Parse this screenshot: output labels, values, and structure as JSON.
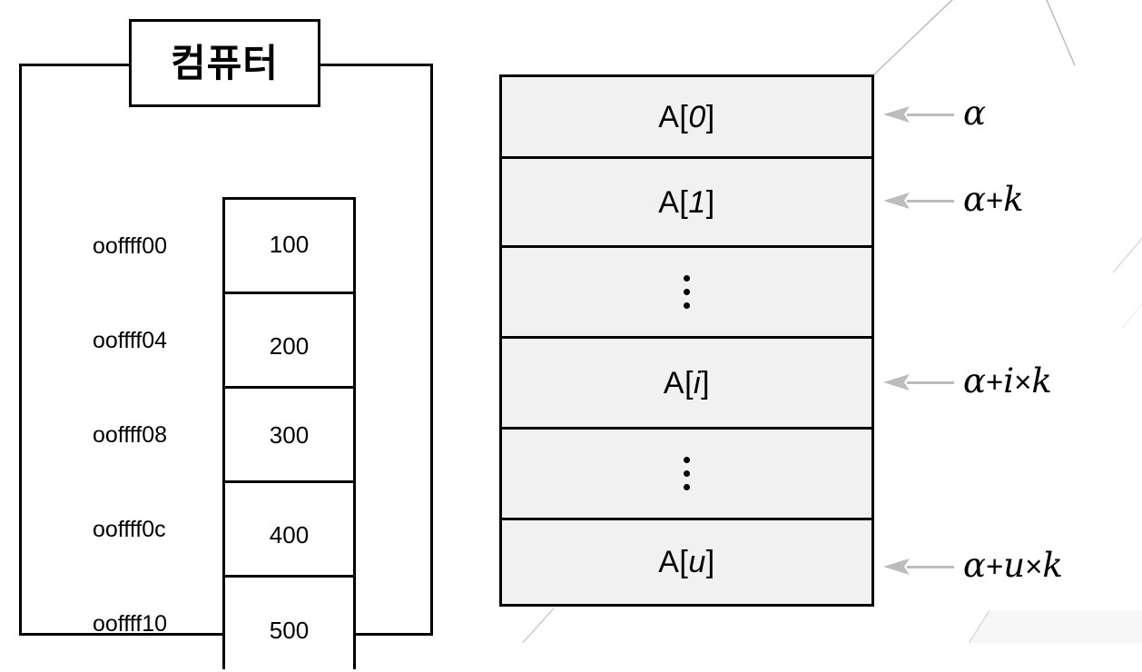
{
  "computer": {
    "title": "컴퓨터",
    "addresses": [
      "ooffff00",
      "ooffff04",
      "ooffff08",
      "ooffff0c",
      "ooffff10"
    ],
    "values": [
      "100",
      "200",
      "300",
      "400",
      "500"
    ]
  },
  "array": {
    "cells": [
      {
        "text": "A[0]",
        "name": "array-cell-0",
        "kind": "label"
      },
      {
        "text": "A[1]",
        "name": "array-cell-1",
        "kind": "label"
      },
      {
        "text": "⋮",
        "name": "array-cell-ellipsis-upper",
        "kind": "dots"
      },
      {
        "text": "A[i]",
        "name": "array-cell-i",
        "kind": "label"
      },
      {
        "text": "⋮",
        "name": "array-cell-ellipsis-lower",
        "kind": "dots"
      },
      {
        "text": "A[u]",
        "name": "array-cell-u",
        "kind": "label"
      }
    ],
    "annotations": [
      {
        "text": "α",
        "name": "address-annotation-base"
      },
      {
        "text": "α+k",
        "name": "address-annotation-base-plus-k"
      },
      {
        "text": "α+i×k",
        "name": "address-annotation-base-plus-i-k"
      },
      {
        "text": "α+u×k",
        "name": "address-annotation-base-plus-u-k"
      }
    ]
  },
  "colors": {
    "line": "#000000",
    "array_cell_fill": "#f1f1f1",
    "arrow": "#bcbcbc",
    "connector": "#b8b8b8"
  }
}
